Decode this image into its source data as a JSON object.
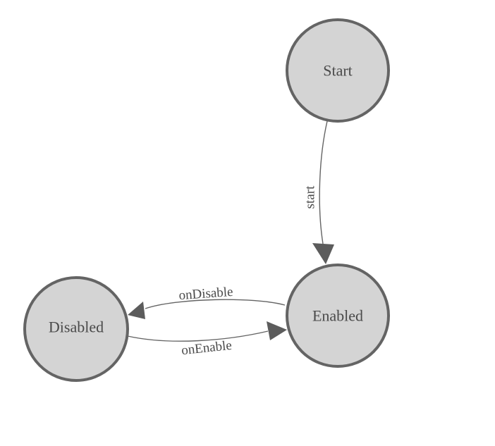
{
  "diagram": {
    "type": "state-machine",
    "background_color": "#ffffff",
    "colors": {
      "node_fill": "#d4d4d4",
      "node_stroke": "#646464",
      "edge_stroke": "#646464",
      "arrow_fill": "#5c5c5c",
      "node_text": "#4a4a4a",
      "edge_text": "#4a4a4a"
    },
    "nodes": [
      {
        "id": "start",
        "label": "Start"
      },
      {
        "id": "enabled",
        "label": "Enabled"
      },
      {
        "id": "disabled",
        "label": "Disabled"
      }
    ],
    "edges": [
      {
        "from": "start",
        "to": "enabled",
        "label": "start"
      },
      {
        "from": "enabled",
        "to": "disabled",
        "label": "onDisable"
      },
      {
        "from": "disabled",
        "to": "enabled",
        "label": "onEnable"
      }
    ]
  }
}
